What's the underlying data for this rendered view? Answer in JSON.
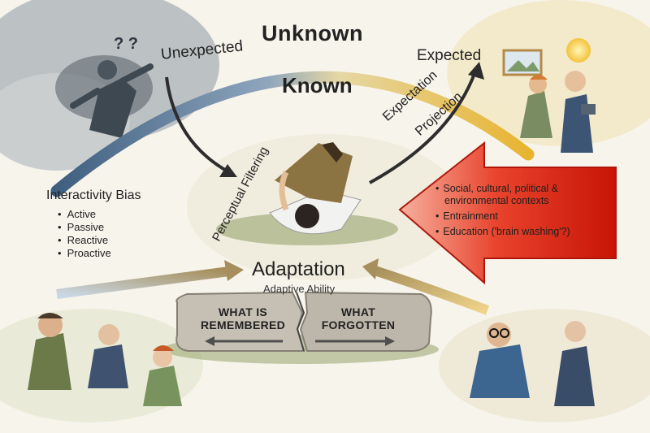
{
  "labels": {
    "unknown": "Unknown",
    "known": "Known",
    "unexpected": "Unexpected",
    "expected": "Expected",
    "expectation": "Expectation",
    "projection": "Projection",
    "perceptual_filtering": "Perceptual Filtering",
    "adaptation": "Adaptation",
    "adaptive_ability": "Adaptive Ability"
  },
  "interactivity_bias": {
    "title": "Interactivity Bias",
    "items": [
      "Active",
      "Passive",
      "Reactive",
      "Proactive"
    ]
  },
  "contexts": {
    "items": [
      "Social, cultural, political & environmental contexts",
      "Entrainment",
      "Education ('brain washing'?)"
    ]
  },
  "stones": {
    "remembered": "WHAT IS REMEMBERED",
    "forgotten": "WHAT FORGOTTEN"
  },
  "colors": {
    "arc_left": "#3f5f80",
    "arc_right": "#e8b430",
    "red_arrow": "#d81e10",
    "red_arrow_light": "#f6b09e",
    "stone": "#c6c0b4"
  },
  "icons": [
    "question-marks-icon",
    "sun-icon",
    "picture-frame-icon"
  ]
}
